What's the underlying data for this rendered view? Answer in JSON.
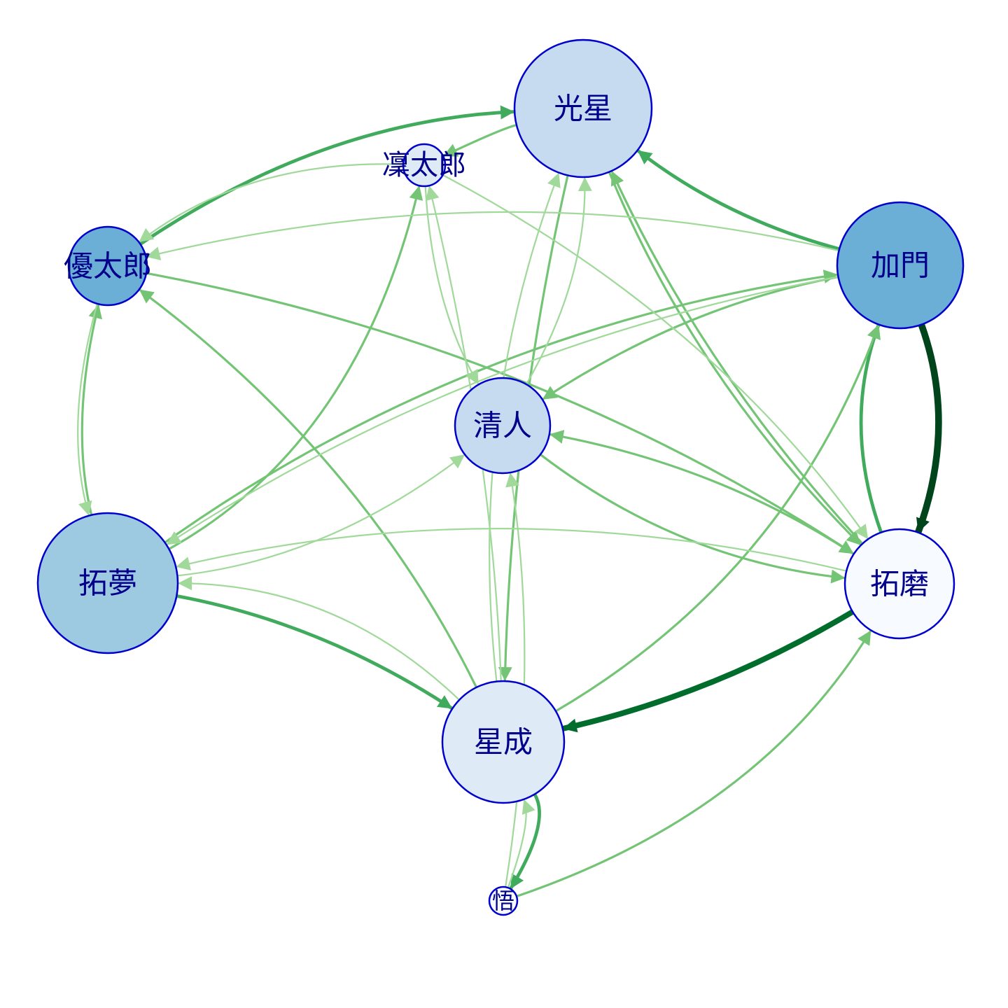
{
  "nodes": [
    {
      "id": "kosei",
      "label": "光星",
      "fill": "#C6DBEF"
    },
    {
      "id": "rintaro",
      "label": "凜太郎",
      "fill": "#DEEBF7"
    },
    {
      "id": "yutaro",
      "label": "優太郎",
      "fill": "#6BAED6"
    },
    {
      "id": "kamon",
      "label": "加門",
      "fill": "#6BAED6"
    },
    {
      "id": "kiyoto",
      "label": "清人",
      "fill": "#C6DBEF"
    },
    {
      "id": "takumu",
      "label": "拓夢",
      "fill": "#9ECAE1"
    },
    {
      "id": "takuma",
      "label": "拓磨",
      "fill": "#F7FBFF"
    },
    {
      "id": "seisei",
      "label": "星成",
      "fill": "#DEEBF7"
    },
    {
      "id": "satoru",
      "label": "悟",
      "fill": "#F7FBFF"
    }
  ],
  "edges": [
    {
      "from": "kamon",
      "to": "takuma",
      "weight": 6,
      "color": "#00441B"
    },
    {
      "from": "takuma",
      "to": "seisei",
      "weight": 5,
      "color": "#006D2C"
    },
    {
      "from": "takuma",
      "to": "kamon",
      "weight": 3,
      "color": "#41AB5D"
    },
    {
      "from": "kamon",
      "to": "kosei",
      "weight": 3,
      "color": "#41AB5D"
    },
    {
      "from": "yutaro",
      "to": "kosei",
      "weight": 3,
      "color": "#41AB5D"
    },
    {
      "from": "takumu",
      "to": "seisei",
      "weight": 3,
      "color": "#41AB5D"
    },
    {
      "from": "seisei",
      "to": "satoru",
      "weight": 3,
      "color": "#41AB5D"
    },
    {
      "from": "kosei",
      "to": "seisei",
      "weight": 2,
      "color": "#74C476"
    },
    {
      "from": "seisei",
      "to": "yutaro",
      "weight": 2,
      "color": "#74C476"
    },
    {
      "from": "takumu",
      "to": "rintaro",
      "weight": 2,
      "color": "#74C476"
    },
    {
      "from": "takumu",
      "to": "kamon",
      "weight": 2,
      "color": "#74C476"
    },
    {
      "from": "yutaro",
      "to": "takuma",
      "weight": 2,
      "color": "#74C476"
    },
    {
      "from": "takuma",
      "to": "kiyoto",
      "weight": 2,
      "color": "#74C476"
    },
    {
      "from": "kiyoto",
      "to": "takuma",
      "weight": 2,
      "color": "#74C476"
    },
    {
      "from": "takuma",
      "to": "kosei",
      "weight": 2,
      "color": "#74C476"
    },
    {
      "from": "kosei",
      "to": "takuma",
      "weight": 2,
      "color": "#74C476"
    },
    {
      "from": "kamon",
      "to": "kiyoto",
      "weight": 2,
      "color": "#74C476"
    },
    {
      "from": "seisei",
      "to": "kamon",
      "weight": 2,
      "color": "#74C476"
    },
    {
      "from": "satoru",
      "to": "takuma",
      "weight": 2,
      "color": "#74C476"
    },
    {
      "from": "takumu",
      "to": "yutaro",
      "weight": 2,
      "color": "#74C476"
    },
    {
      "from": "kosei",
      "to": "rintaro",
      "weight": 2,
      "color": "#74C476"
    },
    {
      "from": "rintaro",
      "to": "takuma",
      "weight": 1.4,
      "color": "#A1D99B"
    },
    {
      "from": "yutaro",
      "to": "takumu",
      "weight": 1.4,
      "color": "#A1D99B"
    },
    {
      "from": "rintaro",
      "to": "yutaro",
      "weight": 1.4,
      "color": "#A1D99B"
    },
    {
      "from": "rintaro",
      "to": "kiyoto",
      "weight": 1.4,
      "color": "#A1D99B"
    },
    {
      "from": "seisei",
      "to": "rintaro",
      "weight": 1.4,
      "color": "#A1D99B"
    },
    {
      "from": "seisei",
      "to": "kosei",
      "weight": 1.4,
      "color": "#A1D99B"
    },
    {
      "from": "kiyoto",
      "to": "kosei",
      "weight": 1.4,
      "color": "#A1D99B"
    },
    {
      "from": "kamon",
      "to": "takumu",
      "weight": 1.4,
      "color": "#A1D99B"
    },
    {
      "from": "kamon",
      "to": "yutaro",
      "weight": 1.4,
      "color": "#A1D99B"
    },
    {
      "from": "takumu",
      "to": "kiyoto",
      "weight": 1.4,
      "color": "#A1D99B"
    },
    {
      "from": "satoru",
      "to": "kiyoto",
      "weight": 1.4,
      "color": "#A1D99B"
    },
    {
      "from": "seisei",
      "to": "takumu",
      "weight": 1.4,
      "color": "#A1D99B"
    },
    {
      "from": "takuma",
      "to": "takumu",
      "weight": 1.4,
      "color": "#A1D99B"
    },
    {
      "from": "satoru",
      "to": "seisei",
      "weight": 1.4,
      "color": "#A1D99B"
    }
  ]
}
